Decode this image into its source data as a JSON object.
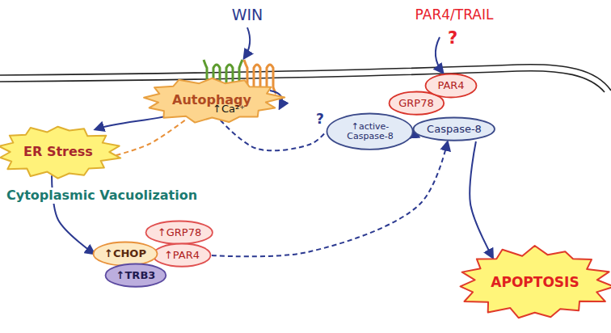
{
  "diagram": {
    "nodes": [
      {
        "text": [
          "Autophagy"
        ]
      },
      {
        "text": [
          "GRP78"
        ]
      },
      {
        "text": [
          "PAR4"
        ]
      },
      {
        "text": [
          "↑active- Caspase-8"
        ]
      },
      {
        "text": [
          "Caspase-8"
        ]
      },
      {
        "text": [
          "ER Stress"
        ]
      },
      {
        "text": [
          "↑GRP78"
        ]
      },
      {
        "text": [
          "↑PAR4"
        ]
      },
      {
        "text": [
          "↑CHOP"
        ]
      },
      {
        "text": [
          "↑TRB3"
        ]
      },
      {
        "text": [
          "APOPTOSIS"
        ]
      }
    ],
    "edges": [
      {
        "from": 5,
        "to": 0,
        "arrow": "none"
      },
      {
        "from": 0,
        "to": 3,
        "arrow": "none",
        "label": "?"
      },
      {
        "from": 3,
        "to": 4,
        "arrow": "to"
      },
      {
        "from": 5,
        "to": 8,
        "arrow": "to"
      },
      {
        "from": 7,
        "to": 4,
        "arrow": "to"
      },
      {
        "from": 4,
        "to": 10,
        "arrow": "to"
      }
    ],
    "labels": [
      "WIN",
      "↑Ca²⁺",
      "PAR4/TRAIL",
      "?",
      "Cytoplasmic Vacuolization"
    ]
  }
}
